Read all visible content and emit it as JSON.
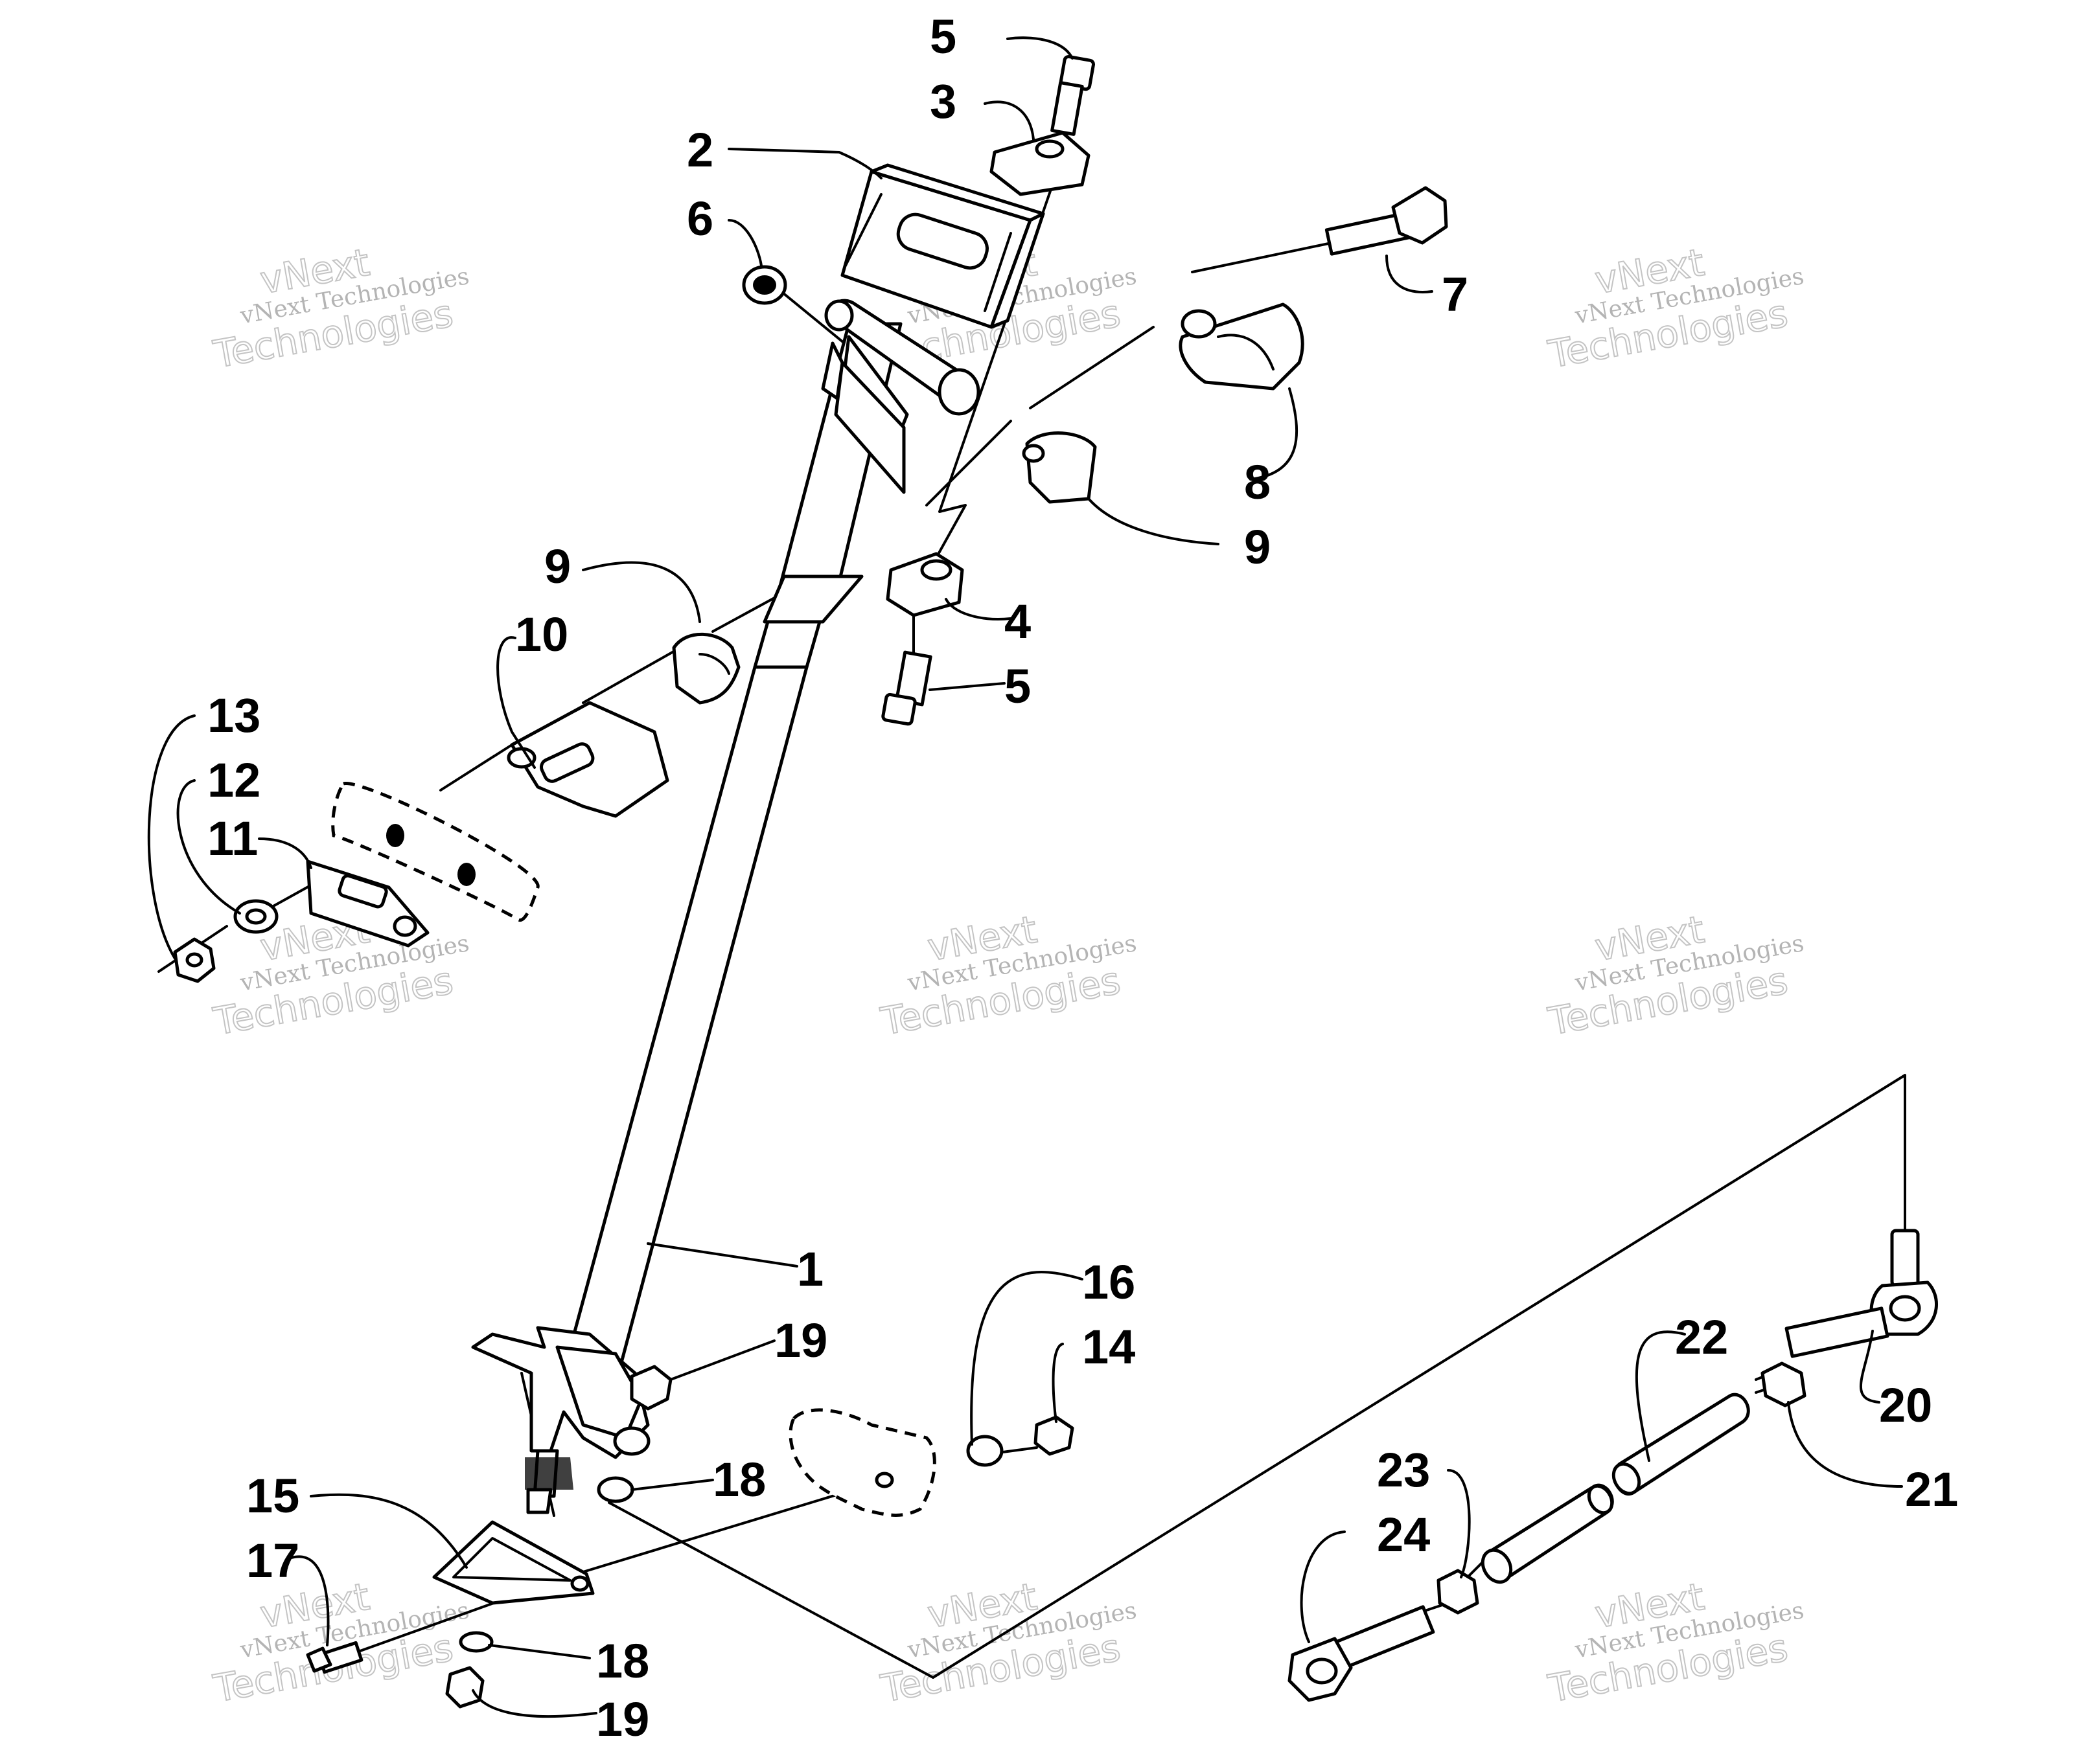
{
  "watermark": {
    "line1": "vNext Technologies",
    "line2": "vNext",
    "line3": "Technologies"
  },
  "callouts": {
    "c1": "1",
    "c2": "2",
    "c3": "3",
    "c4": "4",
    "c5a": "5",
    "c5b": "5",
    "c6": "6",
    "c7": "7",
    "c8": "8",
    "c9a": "9",
    "c9b": "9",
    "c10": "10",
    "c11": "11",
    "c12": "12",
    "c13": "13",
    "c14": "14",
    "c15": "15",
    "c16": "16",
    "c17": "17",
    "c18a": "18",
    "c18b": "18",
    "c19a": "19",
    "c19b": "19",
    "c20": "20",
    "c21": "21",
    "c22": "22",
    "c23": "23",
    "c24": "24"
  }
}
